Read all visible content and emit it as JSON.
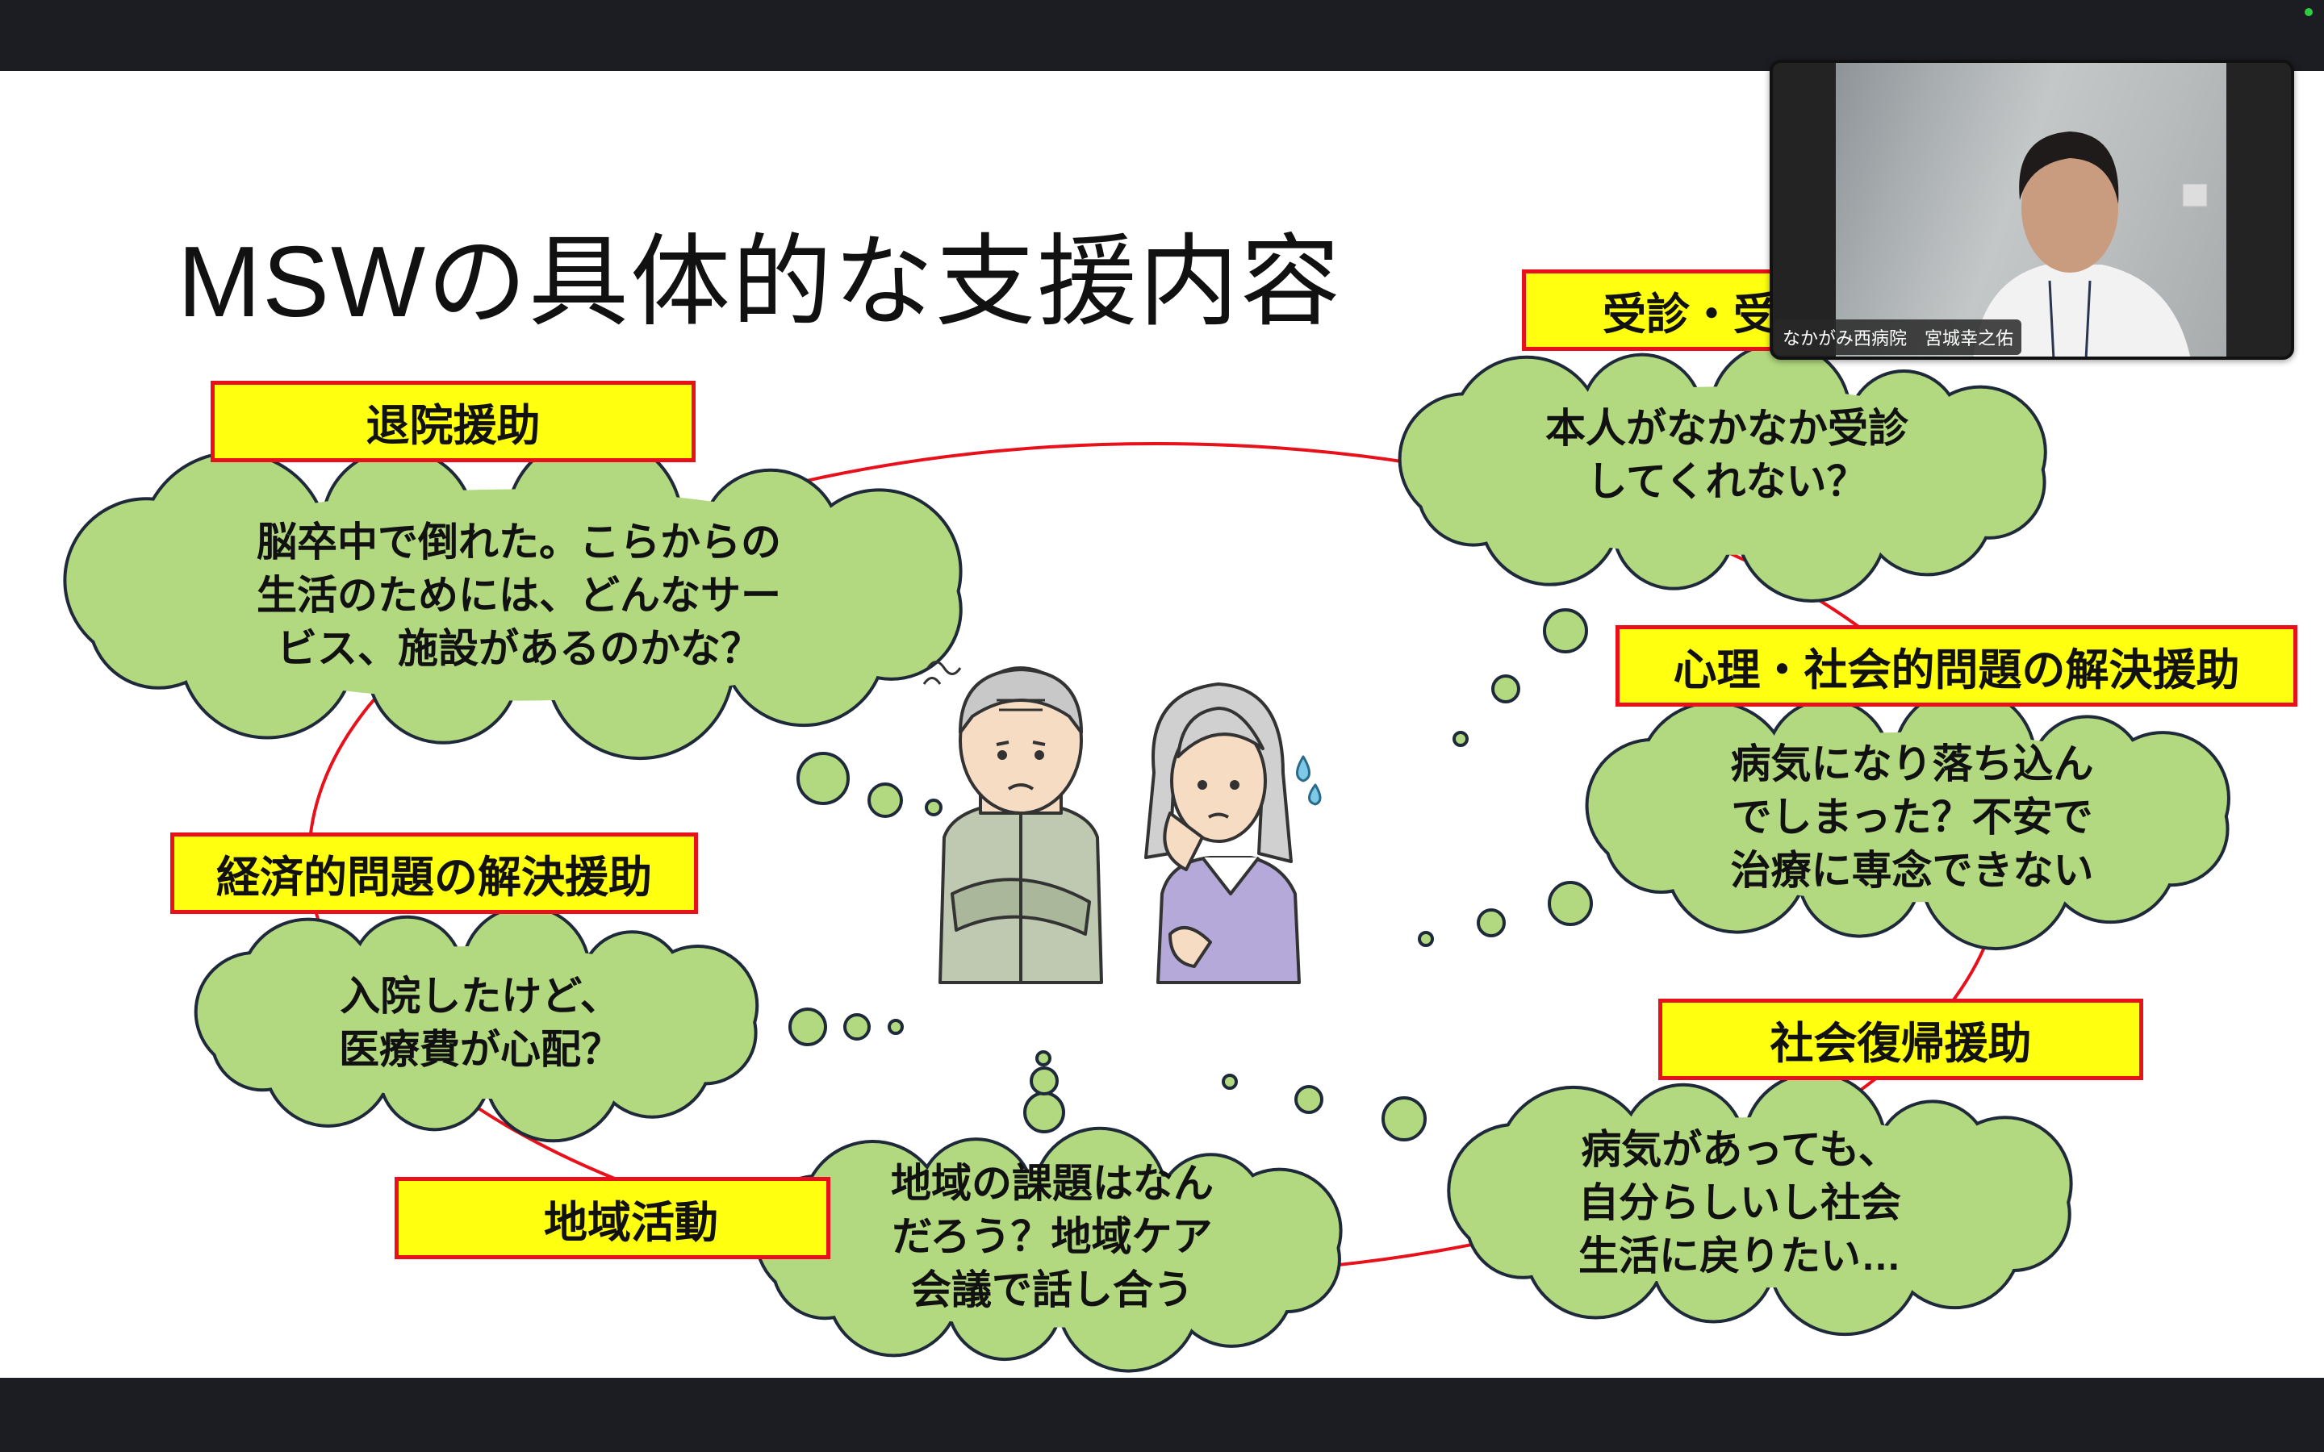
{
  "slide": {
    "title": "MSWの具体的な支援内容",
    "labels": [
      {
        "text": "退院援助"
      },
      {
        "text": "受診・受"
      },
      {
        "text": "心理・社会的問題の解決援助"
      },
      {
        "text": "経済的問題の解決援助"
      },
      {
        "text": "社会復帰援助"
      },
      {
        "text": "地域活動"
      }
    ],
    "clouds": [
      {
        "text": "脳卒中で倒れた。こらからの\n生活のためには、どんなサー\nビス、施設があるのかな？"
      },
      {
        "text": "本人がなかなか受診\nしてくれない？"
      },
      {
        "text": "病気になり落ち込ん\nでしまった？不安で\n治療に専念できない"
      },
      {
        "text": "入院したけど、\n医療費が心配？"
      },
      {
        "text": "地域の課題はなん\nだろう？地域ケア\n会議で話し合う"
      },
      {
        "text": "病気があっても、\n自分らしいし社会\n生活に戻りたい…"
      }
    ],
    "colors": {
      "label_bg": "#ffff10",
      "label_border": "#e8101a",
      "cloud_fill": "#b2d97f",
      "ring": "#e8101a"
    }
  },
  "video": {
    "participant_name": "なかがみ西病院　宮城幸之佑"
  }
}
